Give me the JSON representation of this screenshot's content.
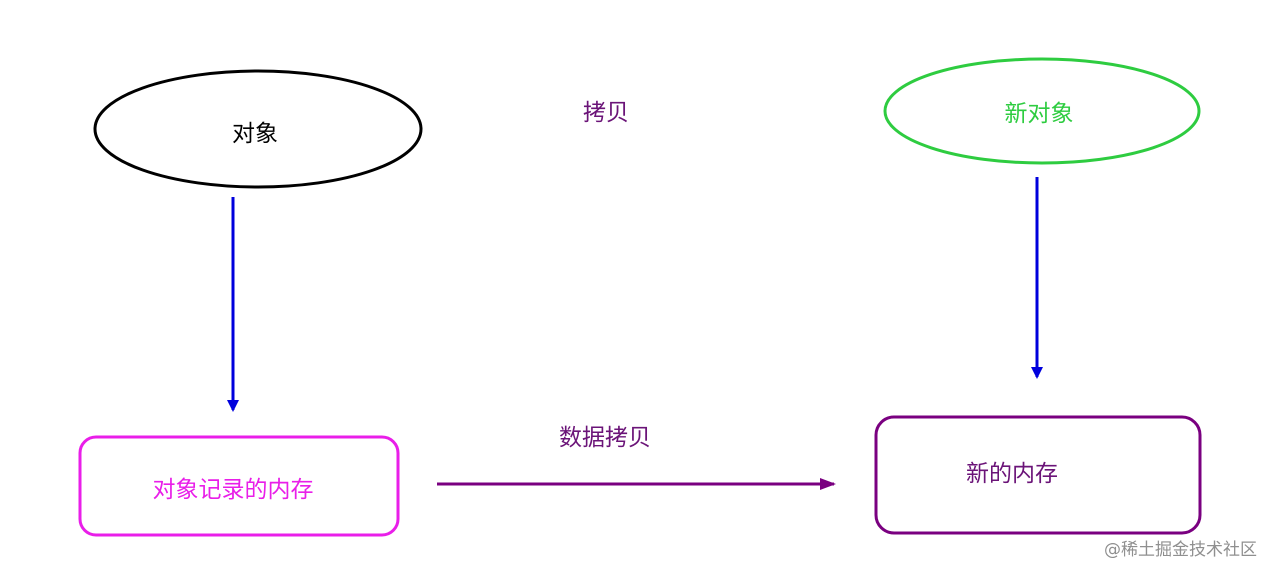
{
  "diagram": {
    "nodes": {
      "object": {
        "label": "对象",
        "color": "#000000"
      },
      "new_object": {
        "label": "新对象",
        "color": "#2ecc40"
      },
      "object_memory": {
        "label": "对象记录的内存",
        "color": "#e91ee9"
      },
      "new_memory": {
        "label": "新的内存",
        "color": "#7a0080"
      }
    },
    "labels": {
      "copy": "拷贝",
      "data_copy": "数据拷贝"
    },
    "edges": [
      {
        "from": "object",
        "to": "object_memory",
        "color": "#0000dd"
      },
      {
        "from": "new_object",
        "to": "new_memory",
        "color": "#0000dd"
      },
      {
        "from": "object_memory",
        "to": "new_memory",
        "label": "数据拷贝",
        "color": "#7a0080"
      }
    ],
    "colors": {
      "label_text": "#6b1478",
      "arrow_blue": "#0000dd",
      "arrow_purple": "#7a0080"
    }
  },
  "watermark": {
    "text": "@稀土掘金技术社区"
  }
}
